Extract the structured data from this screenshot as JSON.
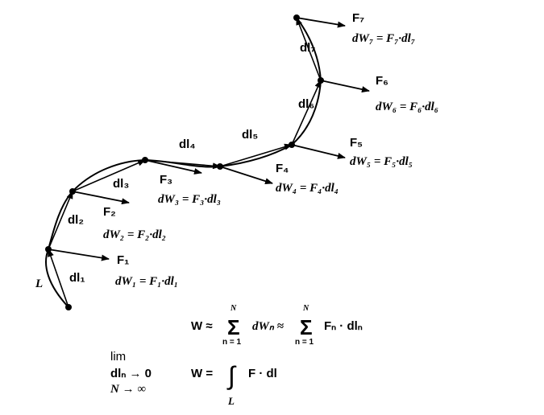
{
  "path_label": "L",
  "segments": [
    {
      "force": "F₁",
      "dl": "dl₁",
      "work": "dW₁ = F₁·dl₁"
    },
    {
      "force": "F₂",
      "dl": "dl₂",
      "work": "dW₂ = F₂·dl₂"
    },
    {
      "force": "F₃",
      "dl": "dl₃",
      "work": "dW₃ = F₃·dl₃"
    },
    {
      "force": "F₄",
      "dl": "dl₄",
      "work": "dW₄ = F₄·dl₄"
    },
    {
      "force": "F₅",
      "dl": "dl₅",
      "work": "dW₅ = F₅·dl₅"
    },
    {
      "force": "F₆",
      "dl": "dl₆",
      "work": "dW₆ = F₆·dl₆"
    },
    {
      "force": "F₇",
      "dl": "dl₇",
      "work": "dW₇ = F₇·dl₇"
    }
  ],
  "sum_formula": {
    "lhs": "W ≈",
    "sum1": "Σ",
    "sum1_top": "N",
    "sum1_bottom": "n = 1",
    "term1": "dWₙ ≈",
    "sum2": "Σ",
    "sum2_top": "N",
    "sum2_bottom": "n = 1",
    "term2": "Fₙ · dlₙ"
  },
  "limit_formula": {
    "lim": "lim",
    "cond1": "dlₙ → 0",
    "cond2": "N → ∞",
    "lhs": "W =",
    "integral": "∫",
    "integral_bottom": "L",
    "integrand": "F · dl"
  }
}
